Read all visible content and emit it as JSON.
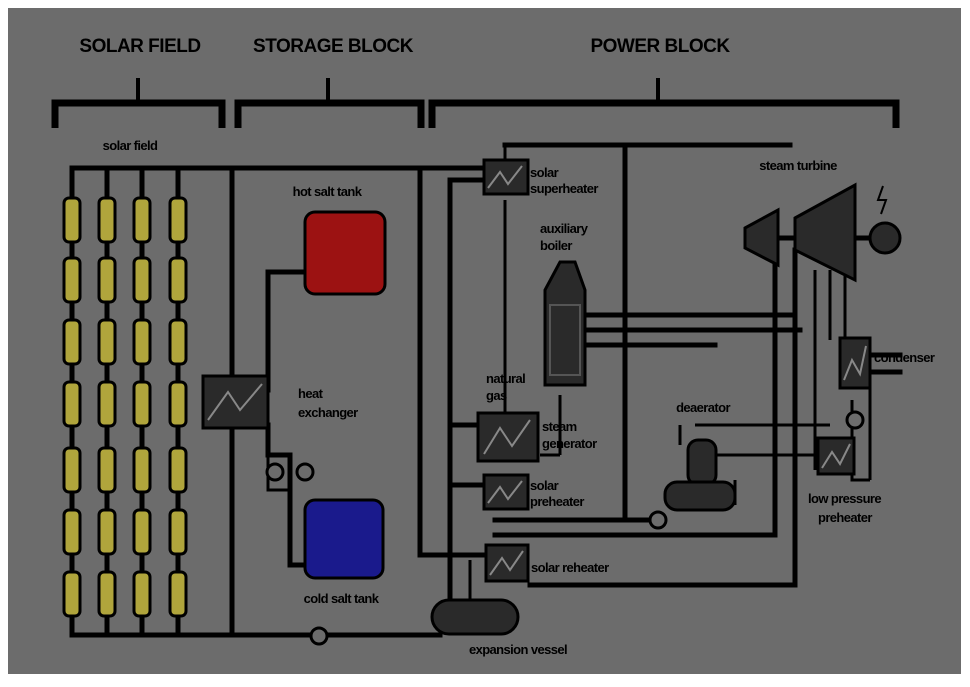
{
  "sections": {
    "solar_field": "SOLAR FIELD",
    "storage_block": "STORAGE BLOCK",
    "power_block": "POWER BLOCK"
  },
  "labels": {
    "solar_field": "solar field",
    "hot_salt_tank": "hot salt tank",
    "heat_exchanger_line1": "heat",
    "heat_exchanger_line2": "exchanger",
    "cold_salt_tank": "cold salt tank",
    "solar_superheater_line1": "solar",
    "solar_superheater_line2": "superheater",
    "auxiliary_boiler_line1": "auxiliary",
    "auxiliary_boiler_line2": "boiler",
    "natural_gas_line1": "natural",
    "natural_gas_line2": "gas",
    "steam_generator_line1": "steam",
    "steam_generator_line2": "generator",
    "solar_preheater_line1": "solar",
    "solar_preheater_line2": "preheater",
    "solar_reheater": "solar reheater",
    "expansion_vessel": "expansion vessel",
    "steam_turbine": "steam turbine",
    "condenser": "condenser",
    "deaerator": "deaerator",
    "low_pressure_preheater_line1": "low pressure",
    "low_pressure_preheater_line2": "preheater"
  },
  "colors": {
    "background": "#6c6c6c",
    "collector": "#b0a53c",
    "hot_tank": "#9c1212",
    "cold_tank": "#1a1a8c",
    "equipment": "#2a2a2a"
  },
  "icons": {
    "generator": "generator-lightning-icon",
    "pump": "pump-circle-icon",
    "heat_exchanger": "heat-exchanger-zigzag-icon"
  }
}
